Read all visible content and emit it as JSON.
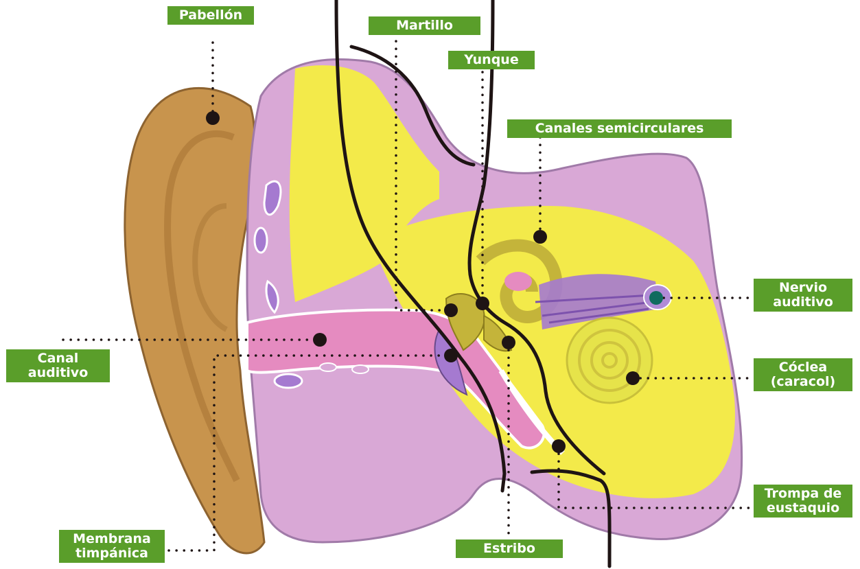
{
  "labels": {
    "pabellon": "Pabellón",
    "martillo": "Martillo",
    "yunque": "Yunque",
    "canales": "Canales semicirculares",
    "nervio": "Nervio\nauditivo",
    "canal": "Canal\nauditivo",
    "coclea": "Cóclea\n(caracol)",
    "trompa": "Trompa de\neustaquio",
    "membrana": "Membrana\ntimpánica",
    "estribo": "Estribo"
  },
  "colors": {
    "label_bg": "#5a9e2a",
    "pinna": "#c8944d",
    "tissue": "#d9a8d6",
    "bone": "#f3ea4a",
    "canal": "#e58bc0",
    "nerve": "#a57ad0",
    "ossicles": "#c4b43a",
    "marker": "#1e1414",
    "marker_nerve": "#0f6b5e"
  }
}
